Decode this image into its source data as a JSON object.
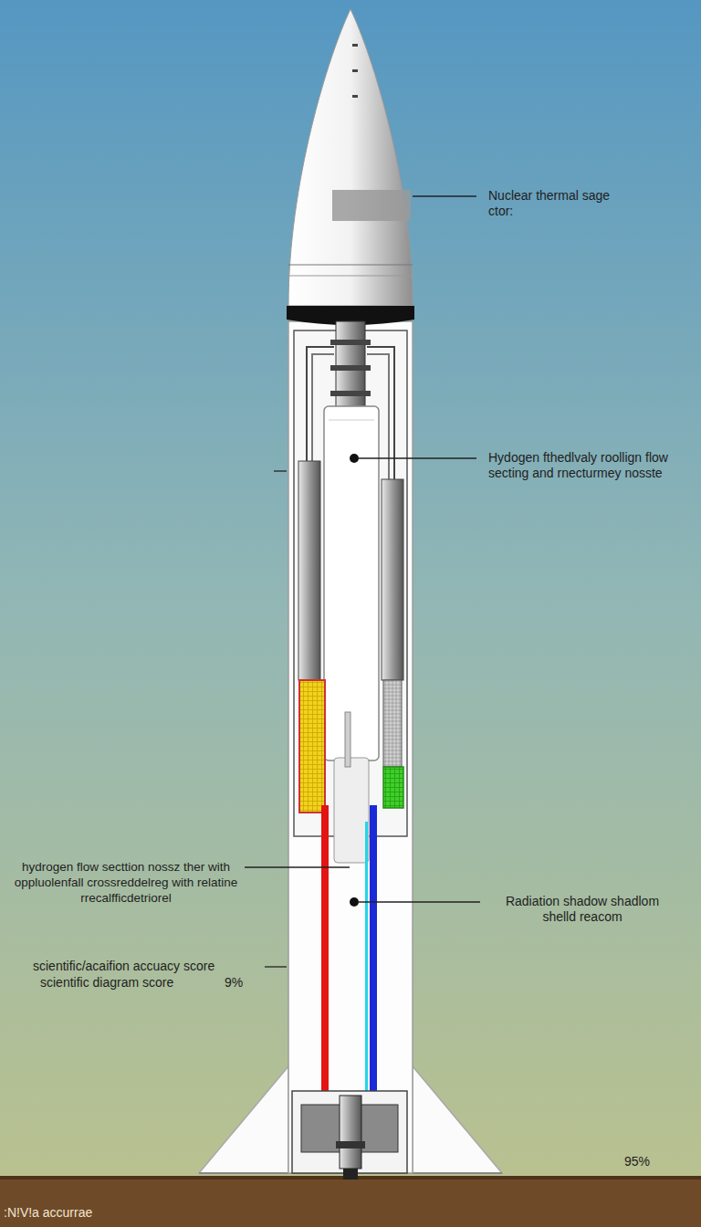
{
  "diagram": {
    "labels": [
      "Nuclear thermal sage ctor:",
      "Hydogen fthedlvaly roollign flow secting and rnecturmey nosste",
      "hydrogen flow secttion nossz ther with oppluolenfall crossreddelreg with relatine rrecalfficdetriorel",
      "Radiation shadow shadlom shelld reacom",
      "scientific/acaifion accuacy score",
      "scientific diagram score",
      "9%",
      "95%",
      ":N!V!a accurrae"
    ]
  }
}
